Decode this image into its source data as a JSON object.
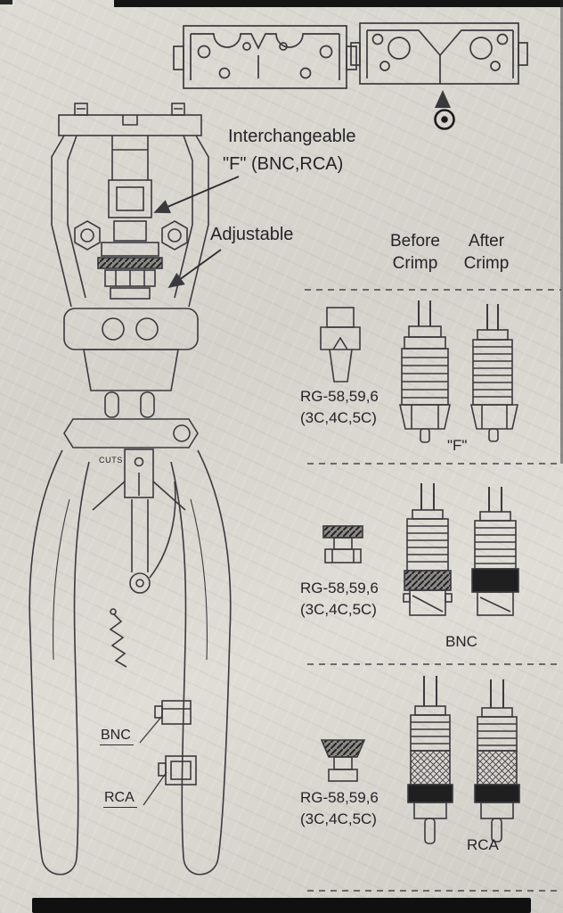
{
  "palette": {
    "paper": "#dedbd5",
    "ink": "#3a3a3e",
    "band_dark": "#1f1f1f",
    "edge_black": "#141414"
  },
  "annotations": {
    "interchangeable": {
      "line1": "Interchangeable",
      "line2": "\"F\" (BNC,RCA)"
    },
    "adjustable": "Adjustable",
    "cuts": "CUTS",
    "stored_dies": {
      "bnc": "BNC",
      "rca": "RCA"
    }
  },
  "table": {
    "col_before": {
      "line1": "Before",
      "line2": "Crimp"
    },
    "col_after": {
      "line1": "After",
      "line2": "Crimp"
    },
    "rows": [
      {
        "model": "RG-58,59,6",
        "sizes": "(3C,4C,5C)",
        "connector": "\"F\""
      },
      {
        "model": "RG-58,59,6",
        "sizes": "(3C,4C,5C)",
        "connector": "BNC"
      },
      {
        "model": "RG-58,59,6",
        "sizes": "(3C,4C,5C)",
        "connector": "RCA"
      }
    ]
  },
  "symbols": {
    "target": "center-conductor-symbol",
    "arrow_up": "points to crimp die notch"
  }
}
